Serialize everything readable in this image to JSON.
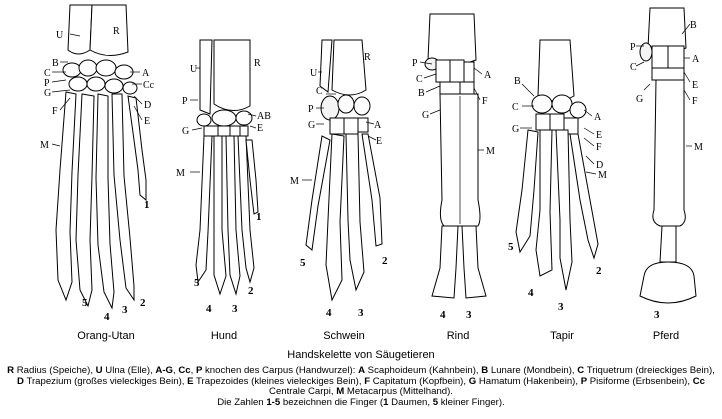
{
  "figure_title": "Handskelette von Säugetieren",
  "species": {
    "orang": "Orang-Utan",
    "hund": "Hund",
    "schwein": "Schwein",
    "rind": "Rind",
    "tapir": "Tapir",
    "pferd": "Pferd"
  },
  "bone_labels": {
    "R": "R",
    "U": "U",
    "A": "A",
    "B": "B",
    "C": "C",
    "Cc": "Cc",
    "P": "P",
    "G": "G",
    "F": "F",
    "D": "D",
    "E": "E",
    "M": "M",
    "AB": "AB"
  },
  "finger_numbers": {
    "n1": "1",
    "n2": "2",
    "n3": "3",
    "n4": "4",
    "n5": "5"
  },
  "legend": {
    "p1": " Radius (Speiche), ",
    "p2": " Ulna (Elle), ",
    "p3": " knochen des Carpus (Handwurzel): ",
    "p4": " Scaphoideum (Kahnbein), ",
    "p5": " Lunare (Mondbein), ",
    "p6": " Triquetrum (dreieckiges Bein), ",
    "p7": " Trapezium (großes vieleckiges Bein), ",
    "p8": " Trapezoides (kleines vieleckiges Bein), ",
    "p9": " Capitatum (Kopfbein), ",
    "p10": " Hamatum (Hakenbein), ",
    "p11": " Pisiforme (Erbsenbein), ",
    "p12": " Centrale Carpi, ",
    "p13": " Metacarpus (Mittelhand).",
    "p14": "Die Zahlen ",
    "p15": " bezeichnen die Finger (",
    "p16": " Daumen, ",
    "p17": " kleiner Finger).",
    "k_AG": "A-G",
    "k_Cc": "Cc",
    "k_15": "1-5"
  }
}
